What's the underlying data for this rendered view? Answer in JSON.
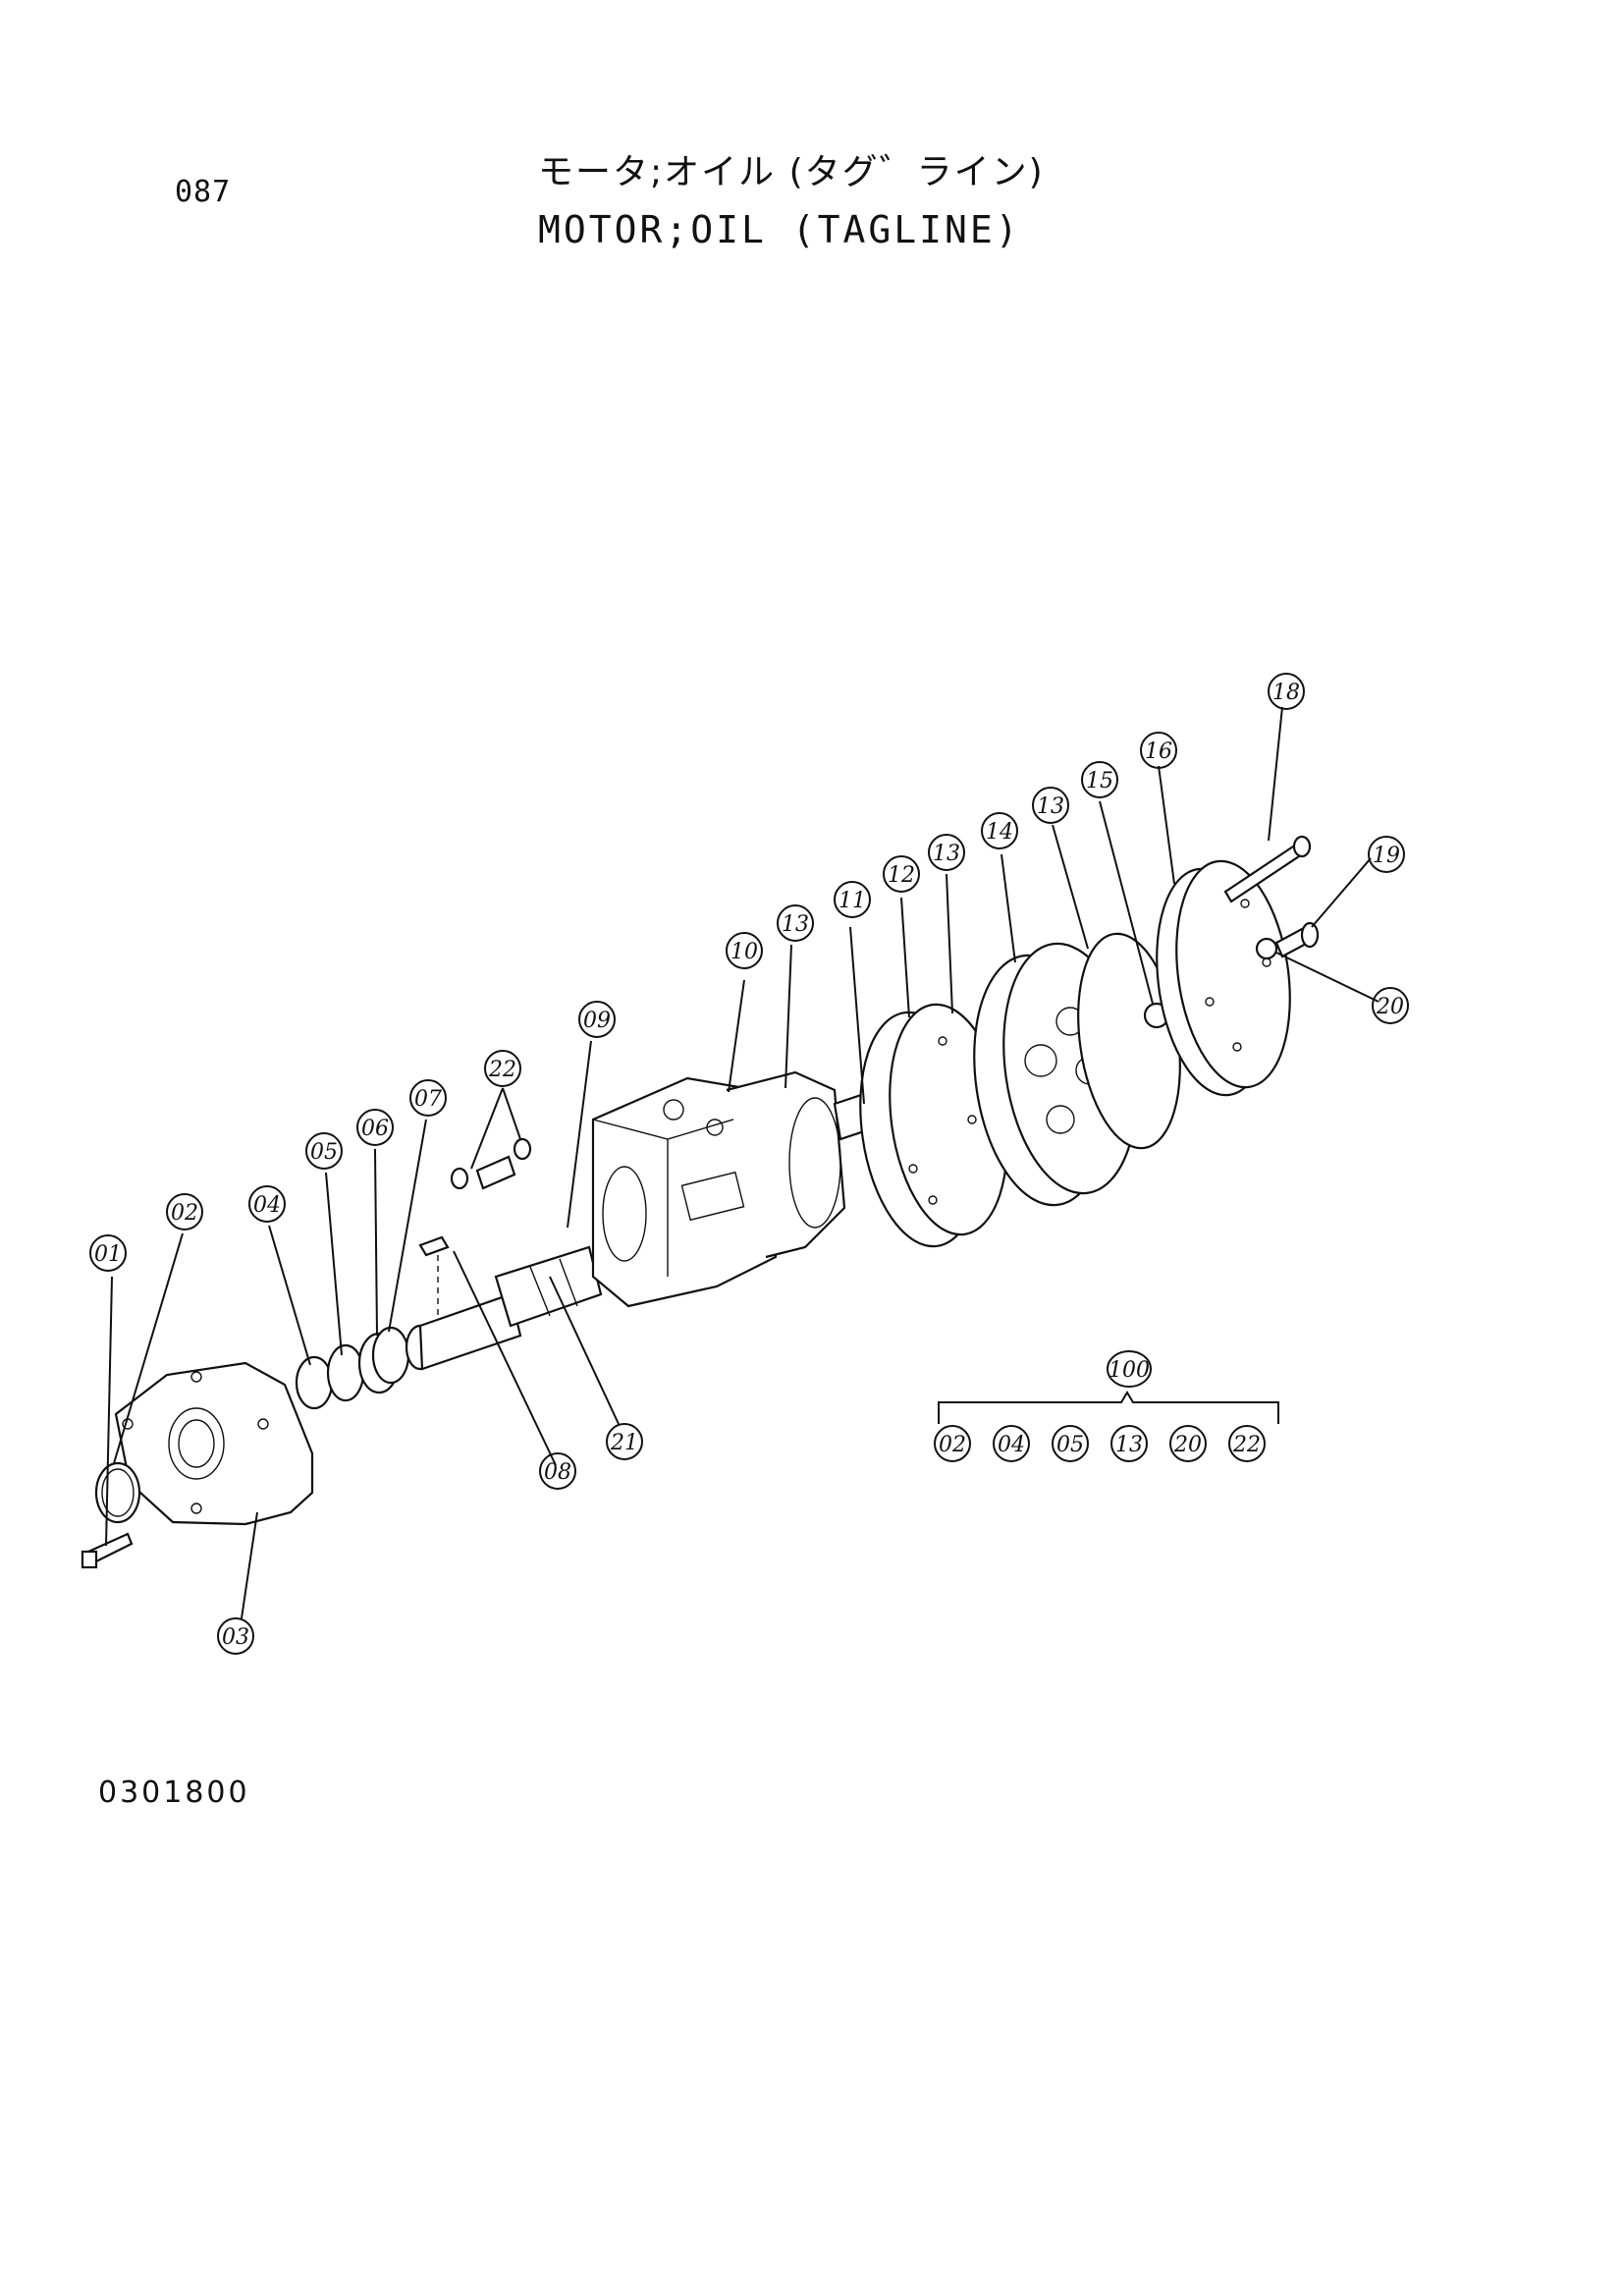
{
  "page": {
    "page_number": "087",
    "title_jp": "モータ;オイル (タグ゛ライン)",
    "title_en": "MOTOR;OIL (TAGLINE)",
    "drawing_code": "0301800"
  },
  "callouts": [
    {
      "id": "c01",
      "label": "01"
    },
    {
      "id": "c02",
      "label": "02"
    },
    {
      "id": "c03",
      "label": "03"
    },
    {
      "id": "c04",
      "label": "04"
    },
    {
      "id": "c05",
      "label": "05"
    },
    {
      "id": "c06",
      "label": "06"
    },
    {
      "id": "c07",
      "label": "07"
    },
    {
      "id": "c08",
      "label": "08"
    },
    {
      "id": "c09",
      "label": "09"
    },
    {
      "id": "c10",
      "label": "10"
    },
    {
      "id": "c11",
      "label": "11"
    },
    {
      "id": "c12",
      "label": "12"
    },
    {
      "id": "c13a",
      "label": "13"
    },
    {
      "id": "c13b",
      "label": "13"
    },
    {
      "id": "c13c",
      "label": "13"
    },
    {
      "id": "c14",
      "label": "14"
    },
    {
      "id": "c15",
      "label": "15"
    },
    {
      "id": "c16",
      "label": "16"
    },
    {
      "id": "c18",
      "label": "18"
    },
    {
      "id": "c19",
      "label": "19"
    },
    {
      "id": "c20",
      "label": "20"
    },
    {
      "id": "c21",
      "label": "21"
    },
    {
      "id": "c22",
      "label": "22"
    }
  ],
  "kit": {
    "label": "100",
    "items": [
      "02",
      "04",
      "05",
      "13",
      "20",
      "22"
    ]
  }
}
